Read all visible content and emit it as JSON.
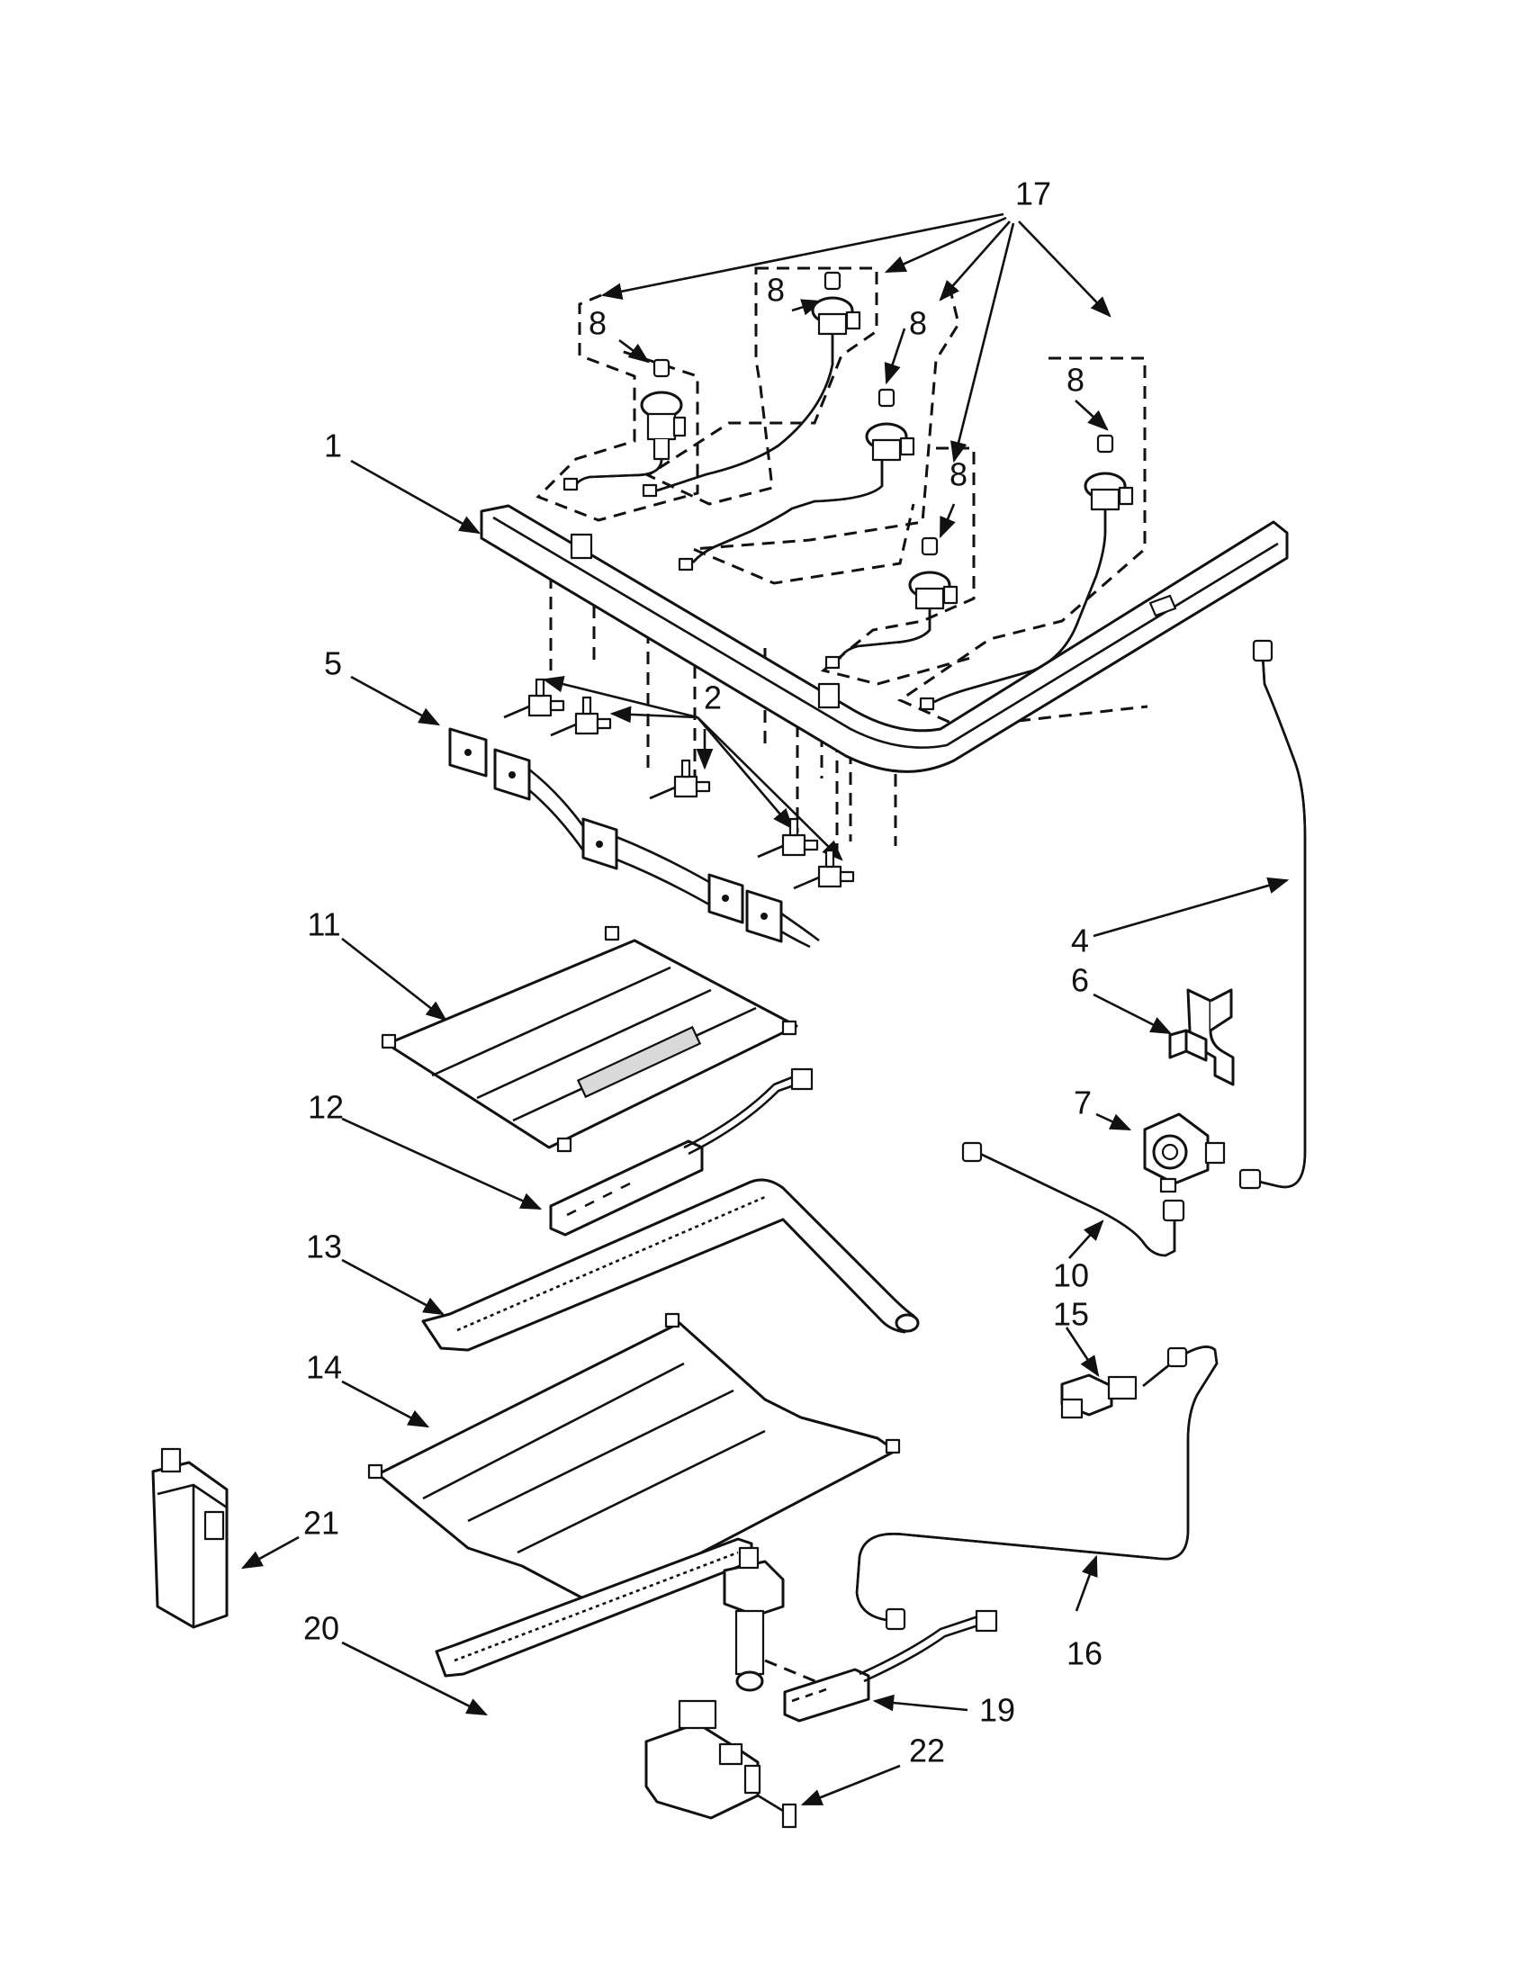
{
  "callouts": [
    {
      "id": "c1",
      "text": "1"
    },
    {
      "id": "c2",
      "text": "2"
    },
    {
      "id": "c4",
      "text": "4"
    },
    {
      "id": "c5",
      "text": "5"
    },
    {
      "id": "c6",
      "text": "6"
    },
    {
      "id": "c7",
      "text": "7"
    },
    {
      "id": "c8a",
      "text": "8"
    },
    {
      "id": "c8b",
      "text": "8"
    },
    {
      "id": "c8c",
      "text": "8"
    },
    {
      "id": "c8d",
      "text": "8"
    },
    {
      "id": "c8e",
      "text": "8"
    },
    {
      "id": "c10",
      "text": "10"
    },
    {
      "id": "c11",
      "text": "11"
    },
    {
      "id": "c12",
      "text": "12"
    },
    {
      "id": "c13",
      "text": "13"
    },
    {
      "id": "c14",
      "text": "14"
    },
    {
      "id": "c15",
      "text": "15"
    },
    {
      "id": "c16",
      "text": "16"
    },
    {
      "id": "c17",
      "text": "17"
    },
    {
      "id": "c19",
      "text": "19"
    },
    {
      "id": "c20",
      "text": "20"
    },
    {
      "id": "c21",
      "text": "21"
    },
    {
      "id": "c22",
      "text": "22"
    }
  ]
}
